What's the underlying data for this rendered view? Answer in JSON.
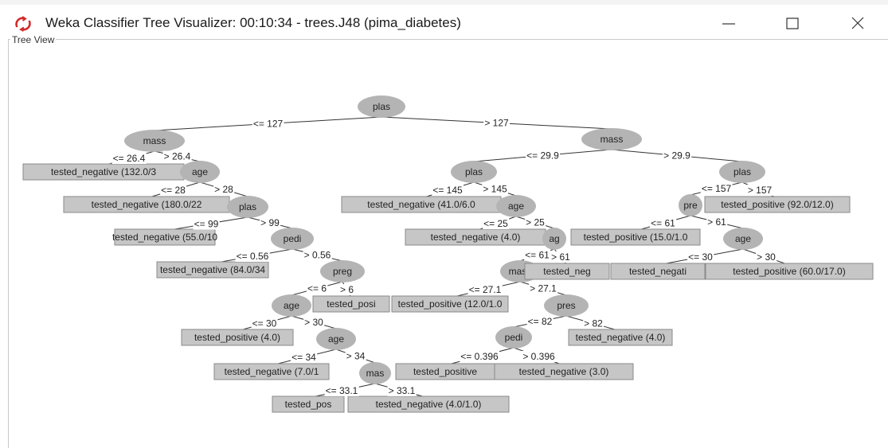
{
  "window": {
    "title": "Weka Classifier Tree Visualizer: 00:10:34 - trees.J48 (pima_diabetes)",
    "icon": "weka-app-icon",
    "panel_title": "Tree View"
  },
  "tree": {
    "nodes": [
      {
        "id": "n1",
        "label": "plas",
        "type": "attribute"
      },
      {
        "id": "n2",
        "label": "mass",
        "type": "attribute"
      },
      {
        "id": "n3",
        "label": "tested_negative (132.0/3",
        "type": "leaf"
      },
      {
        "id": "n4",
        "label": "age",
        "type": "attribute"
      },
      {
        "id": "n5",
        "label": "tested_negative (180.0/22",
        "type": "leaf"
      },
      {
        "id": "n6",
        "label": "plas",
        "type": "attribute"
      },
      {
        "id": "n7",
        "label": "tested_negative (55.0/10",
        "type": "leaf"
      },
      {
        "id": "n8",
        "label": "pedi",
        "type": "attribute"
      },
      {
        "id": "n9",
        "label": "tested_negative (84.0/34",
        "type": "leaf"
      },
      {
        "id": "n10",
        "label": "preg",
        "type": "attribute"
      },
      {
        "id": "n11",
        "label": "age",
        "type": "attribute"
      },
      {
        "id": "n12",
        "label": "tested_posi",
        "type": "leaf"
      },
      {
        "id": "n13",
        "label": "tested_positive (4.0)",
        "type": "leaf"
      },
      {
        "id": "n14",
        "label": "age",
        "type": "attribute"
      },
      {
        "id": "n15",
        "label": "tested_negative (7.0/1",
        "type": "leaf"
      },
      {
        "id": "n16",
        "label": "mas",
        "type": "attribute"
      },
      {
        "id": "n17",
        "label": "tested_pos",
        "type": "leaf"
      },
      {
        "id": "n18",
        "label": "tested_negative (4.0/1.0)",
        "type": "leaf"
      },
      {
        "id": "n19",
        "label": "mass",
        "type": "attribute"
      },
      {
        "id": "n20",
        "label": "plas",
        "type": "attribute"
      },
      {
        "id": "n21",
        "label": "tested_negative (41.0/6.0",
        "type": "leaf"
      },
      {
        "id": "n22",
        "label": "age",
        "type": "attribute"
      },
      {
        "id": "n23",
        "label": "tested_negative (4.0)",
        "type": "leaf"
      },
      {
        "id": "n24",
        "label": "ag",
        "type": "attribute"
      },
      {
        "id": "n25",
        "label": "mass",
        "type": "attribute"
      },
      {
        "id": "n26",
        "label": "tested_positive (12.0/1.0",
        "type": "leaf"
      },
      {
        "id": "n27",
        "label": "pres",
        "type": "attribute"
      },
      {
        "id": "n28",
        "label": "pedi",
        "type": "attribute"
      },
      {
        "id": "n29",
        "label": "tested_positive",
        "type": "leaf"
      },
      {
        "id": "n30",
        "label": "tested_negative (3.0)",
        "type": "leaf"
      },
      {
        "id": "n31",
        "label": "tested_negative (4.0)",
        "type": "leaf"
      },
      {
        "id": "n32",
        "label": "tested_neg",
        "type": "leaf"
      },
      {
        "id": "n33",
        "label": "tested_positive (15.0/1.0",
        "type": "leaf"
      },
      {
        "id": "n34",
        "label": "plas",
        "type": "attribute"
      },
      {
        "id": "n35",
        "label": "pre",
        "type": "attribute"
      },
      {
        "id": "n36",
        "label": "tested_positive (92.0/12.0)",
        "type": "leaf"
      },
      {
        "id": "n37",
        "label": "age",
        "type": "attribute"
      },
      {
        "id": "n38",
        "label": "tested_negati",
        "type": "leaf"
      },
      {
        "id": "n39",
        "label": "tested_positive (60.0/17.0)",
        "type": "leaf"
      }
    ],
    "edges": [
      {
        "from": "n1",
        "to": "n2",
        "label": "<= 127"
      },
      {
        "from": "n1",
        "to": "n19",
        "label": "> 127"
      },
      {
        "from": "n2",
        "to": "n3",
        "label": "<= 26.4"
      },
      {
        "from": "n2",
        "to": "n4",
        "label": "> 26.4"
      },
      {
        "from": "n4",
        "to": "n5",
        "label": "<= 28"
      },
      {
        "from": "n4",
        "to": "n6",
        "label": "> 28"
      },
      {
        "from": "n6",
        "to": "n7",
        "label": "<= 99"
      },
      {
        "from": "n6",
        "to": "n8",
        "label": "> 99"
      },
      {
        "from": "n8",
        "to": "n9",
        "label": "<= 0.56"
      },
      {
        "from": "n8",
        "to": "n10",
        "label": "> 0.56"
      },
      {
        "from": "n10",
        "to": "n11",
        "label": "<= 6"
      },
      {
        "from": "n10",
        "to": "n12",
        "label": "> 6"
      },
      {
        "from": "n11",
        "to": "n13",
        "label": "<= 30"
      },
      {
        "from": "n11",
        "to": "n14",
        "label": "> 30"
      },
      {
        "from": "n14",
        "to": "n15",
        "label": "<= 34"
      },
      {
        "from": "n14",
        "to": "n16",
        "label": "> 34"
      },
      {
        "from": "n16",
        "to": "n17",
        "label": "<= 33.1"
      },
      {
        "from": "n16",
        "to": "n18",
        "label": "> 33.1"
      },
      {
        "from": "n19",
        "to": "n20",
        "label": "<= 29.9"
      },
      {
        "from": "n19",
        "to": "n34",
        "label": "> 29.9"
      },
      {
        "from": "n20",
        "to": "n21",
        "label": "<= 145"
      },
      {
        "from": "n20",
        "to": "n22",
        "label": "> 145"
      },
      {
        "from": "n22",
        "to": "n23",
        "label": "<= 25"
      },
      {
        "from": "n22",
        "to": "n24",
        "label": "> 25"
      },
      {
        "from": "n24",
        "to": "n25",
        "label": "<= 61"
      },
      {
        "from": "n24",
        "to": "n32",
        "label": "> 61"
      },
      {
        "from": "n25",
        "to": "n26",
        "label": "<= 27.1"
      },
      {
        "from": "n25",
        "to": "n27",
        "label": "> 27.1"
      },
      {
        "from": "n27",
        "to": "n28",
        "label": "<= 82"
      },
      {
        "from": "n27",
        "to": "n31",
        "label": "> 82"
      },
      {
        "from": "n28",
        "to": "n29",
        "label": "<= 0.396"
      },
      {
        "from": "n28",
        "to": "n30",
        "label": "> 0.396"
      },
      {
        "from": "n34",
        "to": "n35",
        "label": "<= 157"
      },
      {
        "from": "n34",
        "to": "n36",
        "label": "> 157"
      },
      {
        "from": "n35",
        "to": "n33",
        "label": "<= 61"
      },
      {
        "from": "n35",
        "to": "n37",
        "label": "> 61"
      },
      {
        "from": "n37",
        "to": "n38",
        "label": "<= 30"
      },
      {
        "from": "n37",
        "to": "n39",
        "label": "> 30"
      }
    ]
  }
}
